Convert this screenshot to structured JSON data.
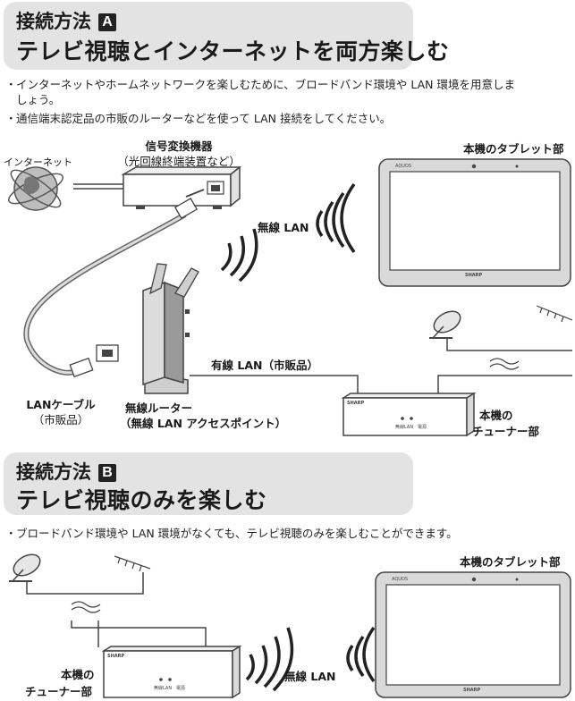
{
  "sectionA": {
    "heading": "接続方法",
    "badge": "A",
    "title": "テレビ視聴とインターネットを両方楽しむ",
    "bullets": [
      {
        "line1": "インターネットやホームネットワークを楽しむために、ブロードバンド環境や LAN 環境を用意しま",
        "line2": "しょう。"
      },
      {
        "line1": "通信端末認定品の市販のルーターなどを使って LAN 接続をしてください。"
      }
    ],
    "labels": {
      "internet": "インターネット",
      "converter_line1": "信号変換機器",
      "converter_line2": "（光回線終端装置など）",
      "tablet": "本機のタブレット部",
      "wireless_lan": "無線 LAN",
      "wired_lan": "有線 LAN（市販品）",
      "lan_cable_line1": "LANケーブル",
      "lan_cable_line2": "（市販品）",
      "router_line1": "無線ルーター",
      "router_line2": "（無線 LAN アクセスポイント）",
      "tuner_line1": "本機の",
      "tuner_line2": "チューナー部"
    }
  },
  "sectionB": {
    "heading": "接続方法",
    "badge": "B",
    "title": "テレビ視聴のみを楽しむ",
    "bullets": [
      {
        "line1": "ブロードバンド環境や LAN 環境がなくても、テレビ視聴のみを楽しむことができます。"
      }
    ],
    "labels": {
      "tablet": "本機のタブレット部",
      "wireless_lan": "無線 LAN",
      "tuner_line1": "本機の",
      "tuner_line2": "チューナー部"
    }
  },
  "device_text": {
    "brand": "SHARP",
    "model": "AQUOS",
    "indicators": "無線LAN　電源"
  },
  "colors": {
    "banner": "#e3e3e3",
    "device_body": "#d9d9d9",
    "screen": "#ffffff",
    "line": "#333333"
  }
}
